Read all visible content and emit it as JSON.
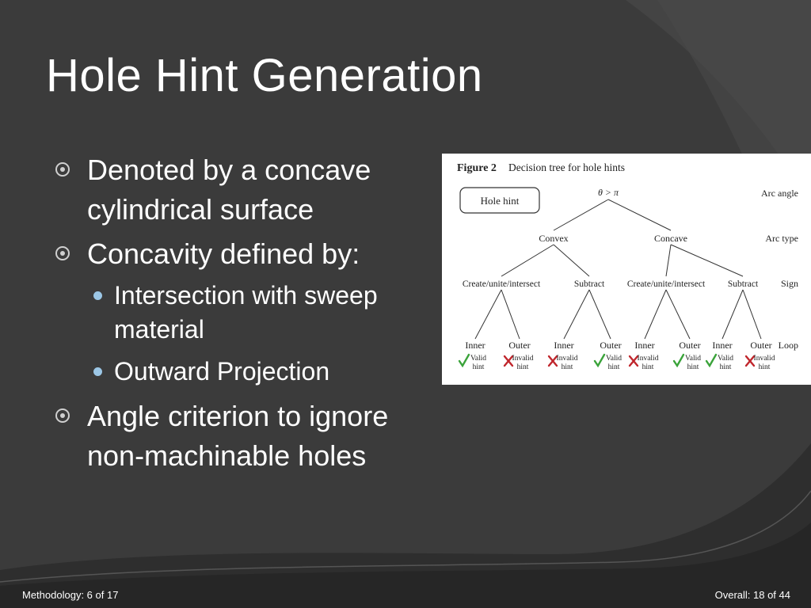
{
  "slide": {
    "title": "Hole Hint Generation",
    "bullets": [
      {
        "text": "Denoted by a concave cylindrical surface",
        "sub": []
      },
      {
        "text": "Concavity defined by:",
        "sub": [
          "Intersection with sweep material",
          "Outward Projection"
        ]
      },
      {
        "text": "Angle criterion to ignore non-machinable holes",
        "sub": []
      }
    ]
  },
  "figure": {
    "label": "Figure 2",
    "caption": "Decision tree for hole hints",
    "box_label": "Hole hint",
    "root": "θ > π",
    "level_names": [
      "Arc angle",
      "Arc type",
      "Sign",
      "Loop"
    ],
    "level1": [
      "Convex",
      "Concave"
    ],
    "level2": [
      "Create/unite/intersect",
      "Subtract",
      "Create/unite/intersect",
      "Subtract"
    ],
    "leaves": [
      {
        "loop": "Inner",
        "result": "Valid hint",
        "valid": true
      },
      {
        "loop": "Outer",
        "result": "Invalid hint",
        "valid": false
      },
      {
        "loop": "Inner",
        "result": "Invalid hint",
        "valid": false
      },
      {
        "loop": "Outer",
        "result": "Valid hint",
        "valid": true
      },
      {
        "loop": "Inner",
        "result": "Invalid hint",
        "valid": false
      },
      {
        "loop": "Outer",
        "result": "Valid hint",
        "valid": true
      },
      {
        "loop": "Inner",
        "result": "Valid hint",
        "valid": true
      },
      {
        "loop": "Outer",
        "result": "Invalid hint",
        "valid": false
      }
    ],
    "colors": {
      "valid": "#3aa33a",
      "invalid": "#c0262c"
    }
  },
  "footer": {
    "left": "Methodology: 6 of 17",
    "right": "Overall: 18 of 44"
  }
}
